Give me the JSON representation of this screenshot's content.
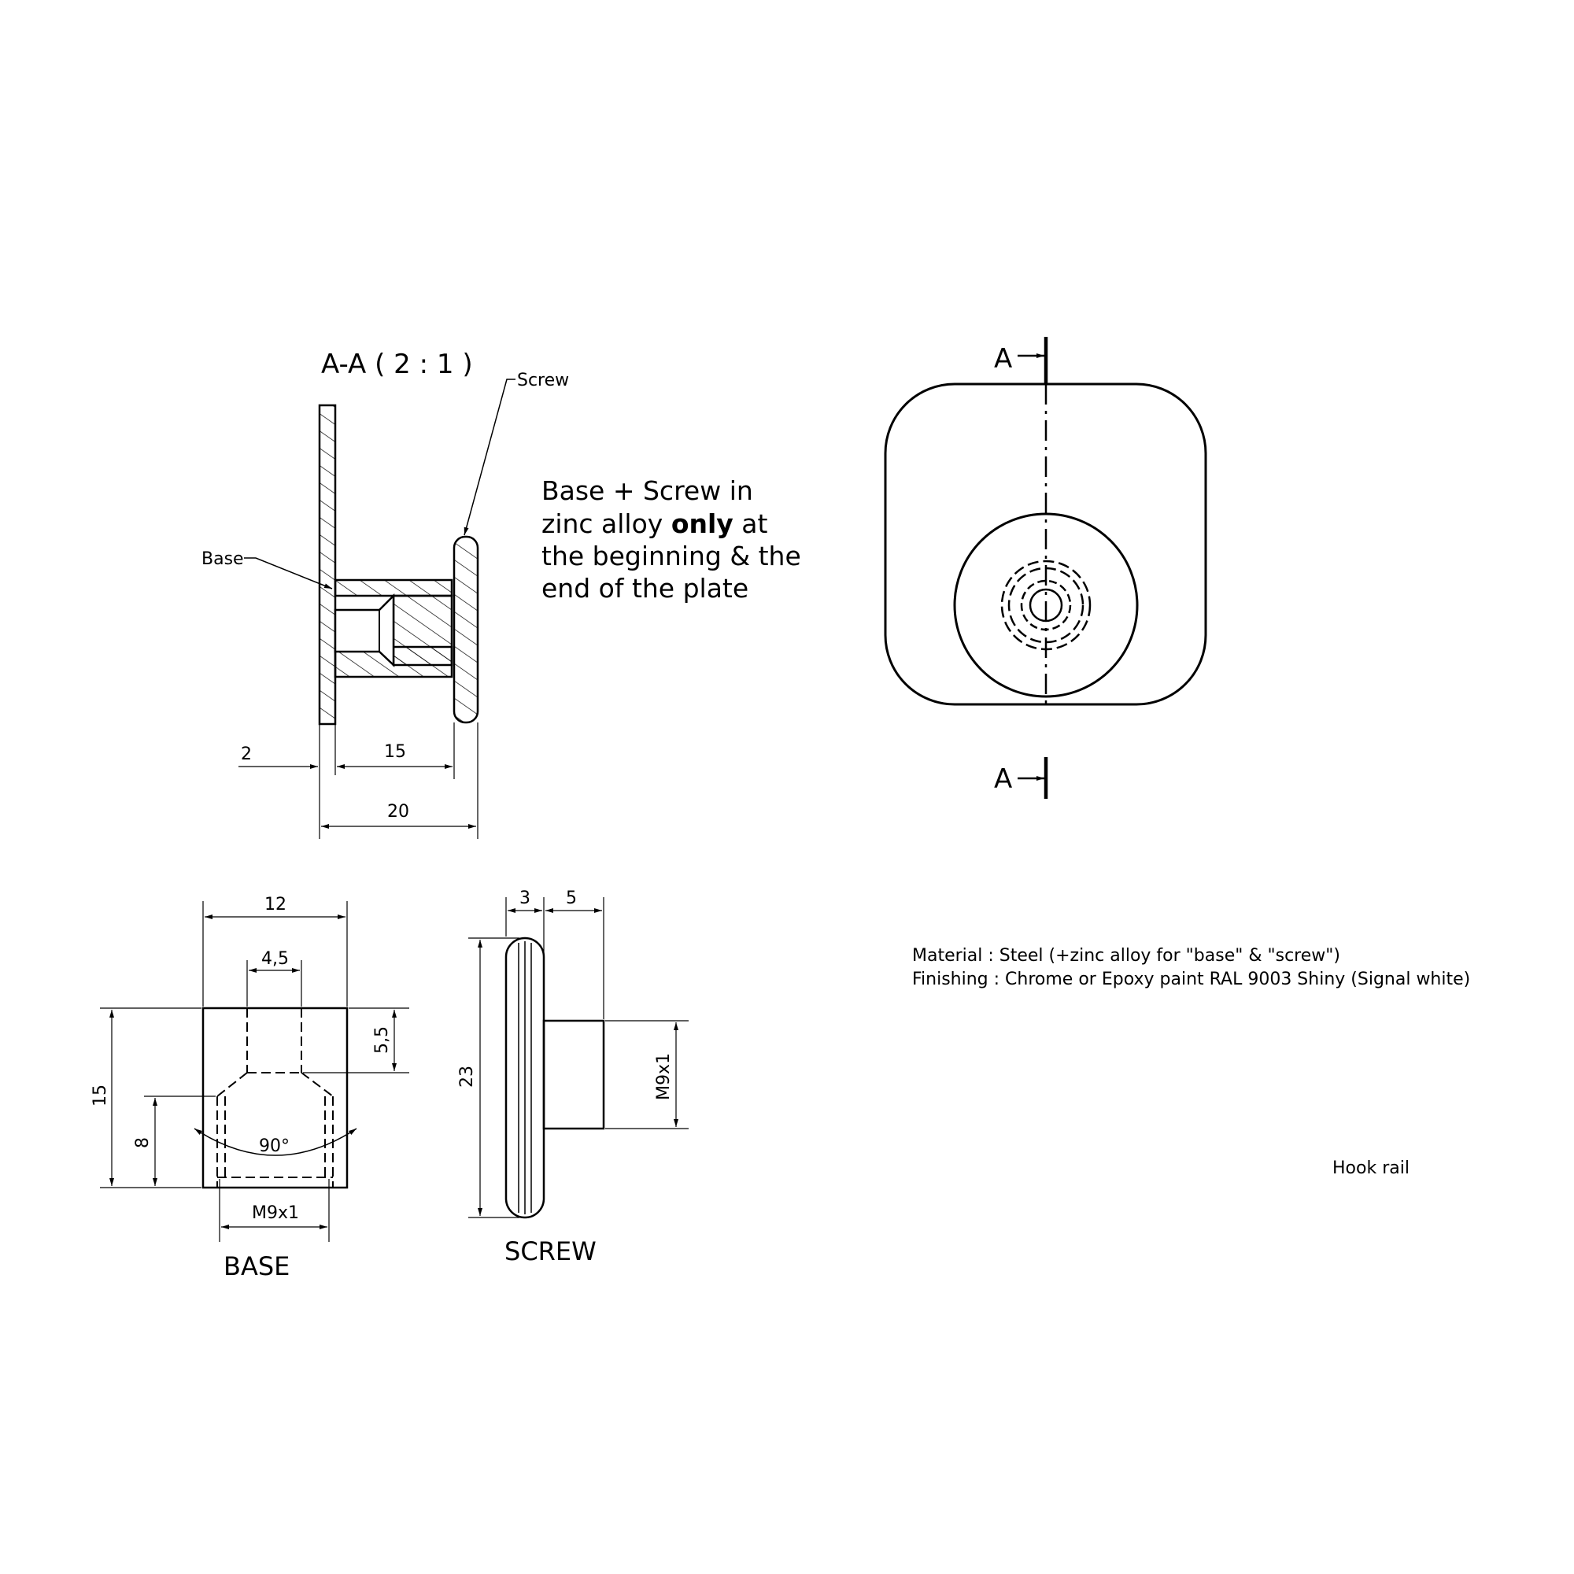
{
  "section": {
    "title": "A-A ( 2 : 1 )",
    "label_screw": "Screw",
    "label_base": "Base",
    "dim_plate": "2",
    "dim_body": "15",
    "dim_total": "20"
  },
  "note": {
    "line1": "Base + Screw in",
    "line2_pre": "zinc alloy ",
    "line2_bold": "only",
    "line2_post": " at",
    "line3": "the beginning & the",
    "line4": "end of the plate"
  },
  "front_view": {
    "cut_label_top": "A",
    "cut_label_bottom": "A"
  },
  "base_view": {
    "title": "BASE",
    "dim_width": "12",
    "dim_hole": "4,5",
    "dim_height": "15",
    "dim_depth": "5,5",
    "dim_thread_depth": "8",
    "dim_angle": "90°",
    "dim_thread": "M9x1"
  },
  "screw_view": {
    "title": "SCREW",
    "dim_head": "3",
    "dim_shank": "5",
    "dim_diameter": "23",
    "dim_thread": "M9x1"
  },
  "specs": {
    "material": "Material : Steel (+zinc alloy for \"base\" & \"screw\")",
    "finishing": "Finishing : Chrome or Epoxy paint RAL 9003 Shiny (Signal white)"
  },
  "product_name": "Hook rail"
}
